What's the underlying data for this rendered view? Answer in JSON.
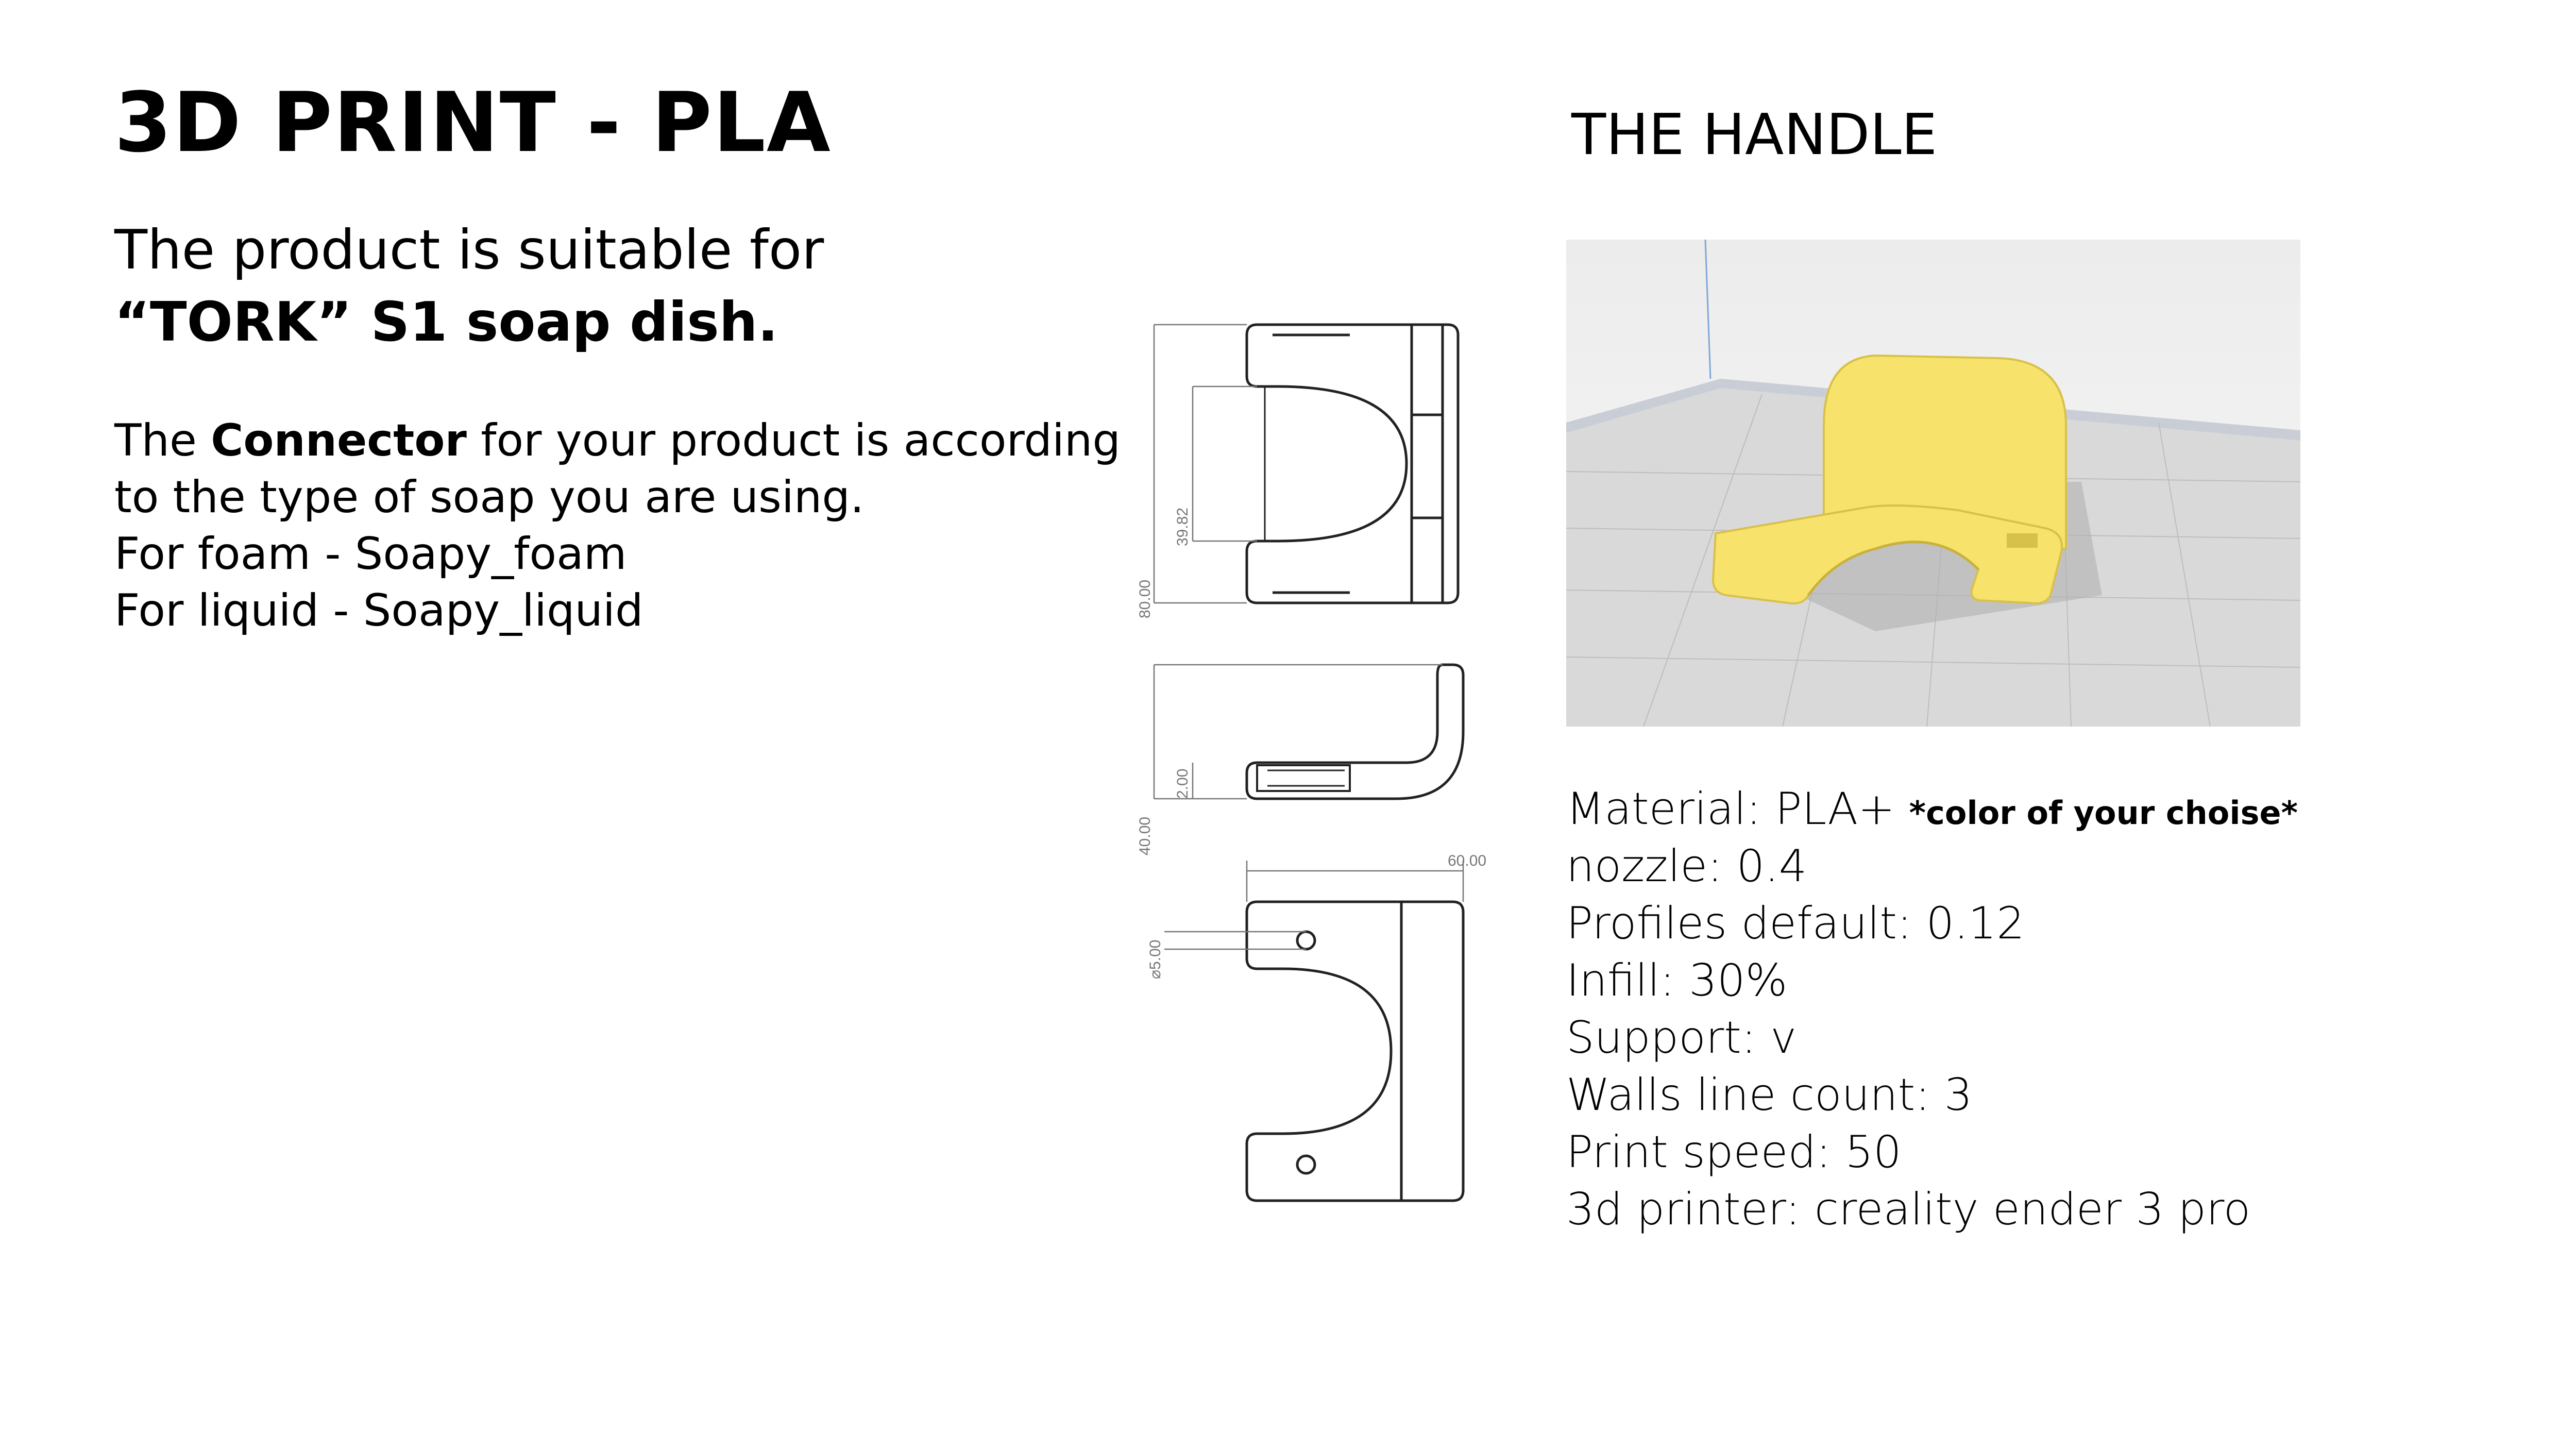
{
  "title": "3D PRINT - PLA",
  "intro": {
    "line1": "The product is suitable for",
    "line2": "“TORK” S1 soap dish."
  },
  "connector": {
    "pre": "The ",
    "bold": "Connector",
    "post": " for your product is according",
    "line2": "to the type of soap you are using.",
    "line3": "For foam - Soapy_foam",
    "line4": "For liquid - Soapy_liquid"
  },
  "handle_title": "THE HANDLE",
  "drawing_dims": {
    "d1": "39.82",
    "d2": "80.00",
    "d3": "2.00",
    "d4": "40.00",
    "d5": "60.00",
    "d6": "⌀5.00"
  },
  "specs": {
    "material": "Material: PLA+",
    "material_note": "*color of your choise*",
    "nozzle": "nozzle: 0.4",
    "profile": "Profiles default: 0.12",
    "infill": "Infill: 30%",
    "support": "Support: v",
    "walls": "Walls line count: 3",
    "speed": "Print speed: 50",
    "printer": "3d printer: creality ender 3 pro"
  },
  "colors": {
    "part_yellow": "#f7e26b",
    "part_shadow": "#d8c14a",
    "bed_gray": "#d9d9d9",
    "grid_line": "#bdbdbd"
  }
}
